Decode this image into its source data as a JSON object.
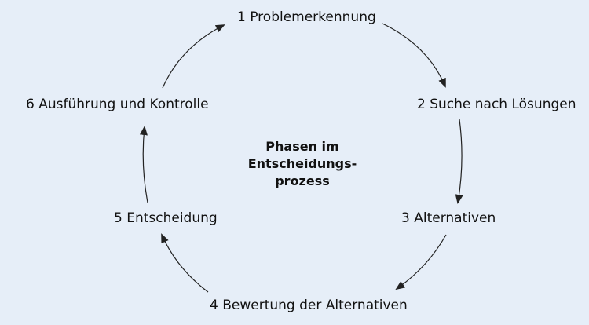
{
  "diagram": {
    "title_lines": [
      "Phasen im",
      "Entscheidungs-",
      "prozess"
    ],
    "phases": [
      "1 Problemerkennung",
      "2 Suche nach Lösungen",
      "3 Alternativen",
      "4 Bewertung der Alternativen",
      "5 Entscheidung",
      "6 Ausführung und Kontrolle"
    ],
    "colors": {
      "background": "#e6eef8",
      "arrow": "#222222",
      "text": "#111111"
    }
  }
}
